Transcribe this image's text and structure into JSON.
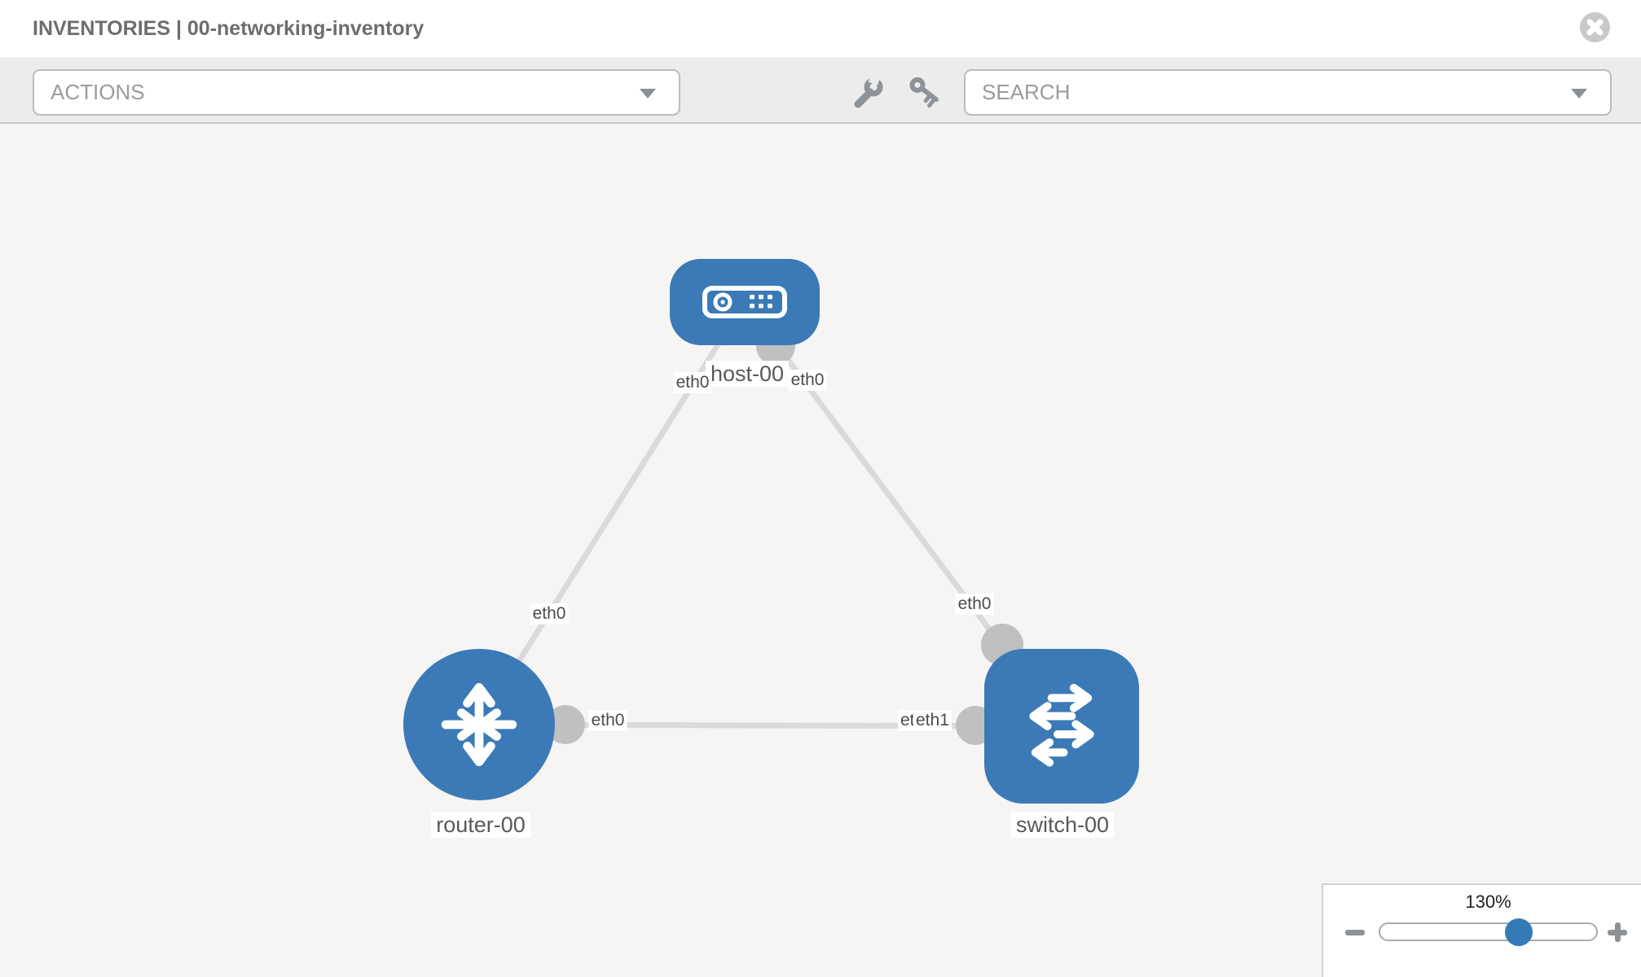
{
  "header": {
    "title": "INVENTORIES | 00-networking-inventory"
  },
  "toolbar": {
    "actions_label": "ACTIONS",
    "search_label": "SEARCH",
    "icons": [
      "wrench-icon",
      "key-icon"
    ]
  },
  "diagram": {
    "nodes": [
      {
        "label": "host-00",
        "type": "host"
      },
      {
        "label": "router-00",
        "type": "router"
      },
      {
        "label": "switch-00",
        "type": "switch"
      }
    ],
    "links": [
      {
        "from": "host-00",
        "from_if": "eth0",
        "to": "router-00",
        "to_if": "eth0"
      },
      {
        "from": "host-00",
        "from_if": "eth0",
        "to": "switch-00",
        "to_if": "eth0"
      },
      {
        "from": "router-00",
        "from_if": "eth0",
        "to": "switch-00",
        "to_if": "eth1"
      }
    ],
    "overlapped_label": "eth0"
  },
  "zoom_control": {
    "level": "130%"
  },
  "colors": {
    "node_blue": "#3b7ab6",
    "link_gray": "#dadada",
    "connector_gray": "#c0c0c0",
    "slider_handle_blue": "#337ab7",
    "toolbar_gray": "#ececec"
  }
}
